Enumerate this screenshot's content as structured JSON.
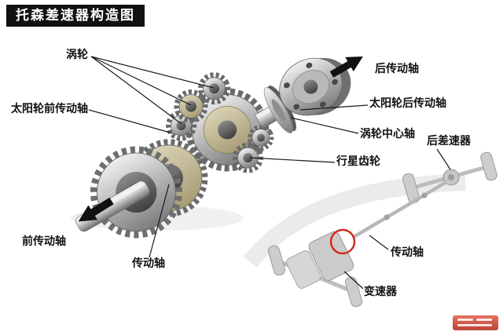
{
  "title": "托森差速器构造图",
  "labels": {
    "worm_wheel": "涡轮",
    "rear_drive_shaft": "后传动轴",
    "sun_front_shaft": "太阳轮前传动轴",
    "sun_rear_shaft": "太阳轮后传动轴",
    "worm_center_shaft": "涡轮中心轴",
    "rear_differential": "后差速器",
    "planet_gear": "行星齿轮",
    "front_drive_shaft": "前传动轴",
    "drive_shaft": "传动轴",
    "drive_shaft_2": "传动轴",
    "transmission": "变速器"
  },
  "colors": {
    "title_bg": "#111111",
    "title_fg": "#ffffff",
    "label_fg": "#111111",
    "leader_line": "#1a1a1a",
    "arrow_black": "#111111",
    "highlight_red": "#d42a1e",
    "metal_light": "#efefef",
    "metal_dark": "#6f6f6f"
  }
}
